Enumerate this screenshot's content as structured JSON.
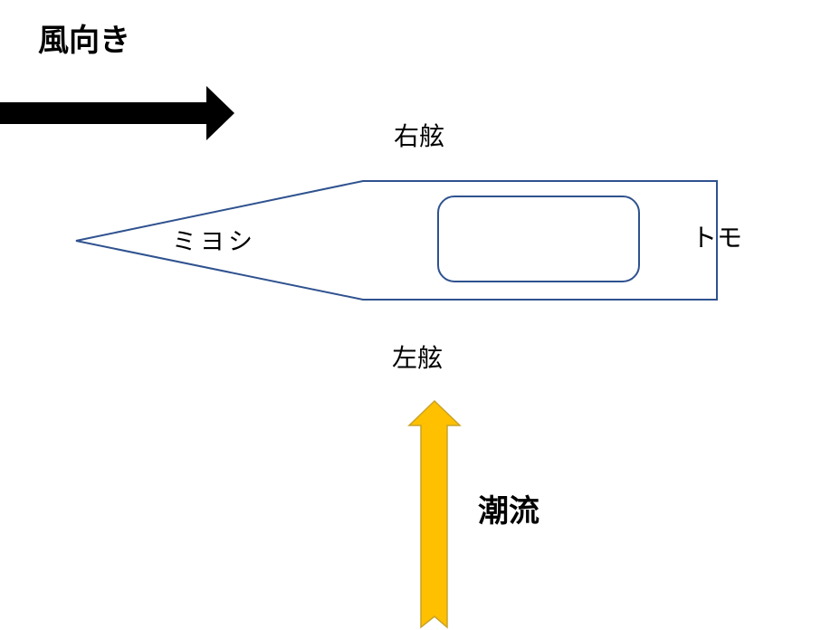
{
  "labels": {
    "wind_direction": "風向き",
    "starboard": "右舷",
    "port": "左舷",
    "bow": "ミヨシ",
    "stern": "トモ",
    "tidal_current": "潮流"
  },
  "colors": {
    "wind_arrow": "#000000",
    "boat_outline": "#2F528F",
    "current_arrow_fill": "#FFC000",
    "current_arrow_stroke": "#C9A227",
    "text": "#000000"
  }
}
